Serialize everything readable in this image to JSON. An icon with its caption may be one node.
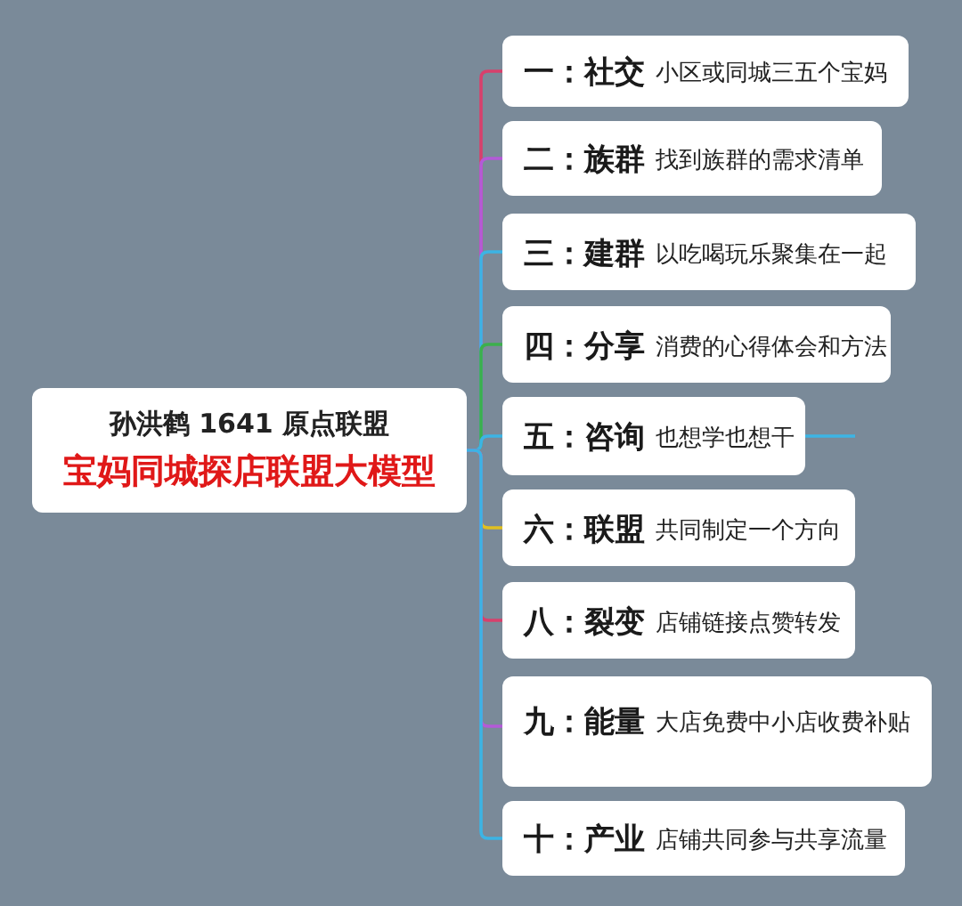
{
  "diagram": {
    "nodes": [
      {
        "text": [
          "孙洪鹤 1641 原点联盟",
          "宝妈同城探店联盟大模型"
        ]
      },
      {
        "text": [
          "一：社交",
          "小区或同城三五个宝妈"
        ]
      },
      {
        "text": [
          "二：族群",
          "找到族群的需求清单"
        ]
      },
      {
        "text": [
          "三：建群",
          "以吃喝玩乐聚集在一起"
        ]
      },
      {
        "text": [
          "四：分享",
          "消费的心得体会和方法"
        ]
      },
      {
        "text": [
          "五：咨询",
          "也想学也想干"
        ]
      },
      {
        "text": [
          "六：联盟",
          "共同制定一个方向"
        ]
      },
      {
        "text": [
          "八：裂变",
          "店铺链接点赞转发"
        ]
      },
      {
        "text": [
          "九：能量",
          "大店免费中小店收费补贴"
        ]
      },
      {
        "text": [
          "十：产业",
          "店铺共同参与共享流量"
        ]
      }
    ],
    "edges": [
      {
        "from": 0,
        "to": 1,
        "arrow": "none",
        "color": "#d8406c"
      },
      {
        "from": 0,
        "to": 2,
        "arrow": "none",
        "color": "#b45ad8"
      },
      {
        "from": 0,
        "to": 3,
        "arrow": "none",
        "color": "#3cb4e4"
      },
      {
        "from": 0,
        "to": 4,
        "arrow": "none",
        "color": "#3cb04c"
      },
      {
        "from": 0,
        "to": 5,
        "arrow": "none",
        "color": "#3cb4e4"
      },
      {
        "from": 5,
        "to": null,
        "arrow": "none",
        "color": "#3cb4e4"
      },
      {
        "from": 0,
        "to": 6,
        "arrow": "none",
        "color": "#e0c020"
      },
      {
        "from": 0,
        "to": 7,
        "arrow": "none",
        "color": "#d8406c"
      },
      {
        "from": 0,
        "to": 8,
        "arrow": "none",
        "color": "#b45ad8"
      },
      {
        "from": 0,
        "to": 9,
        "arrow": "none",
        "color": "#3cb4e4"
      }
    ]
  }
}
